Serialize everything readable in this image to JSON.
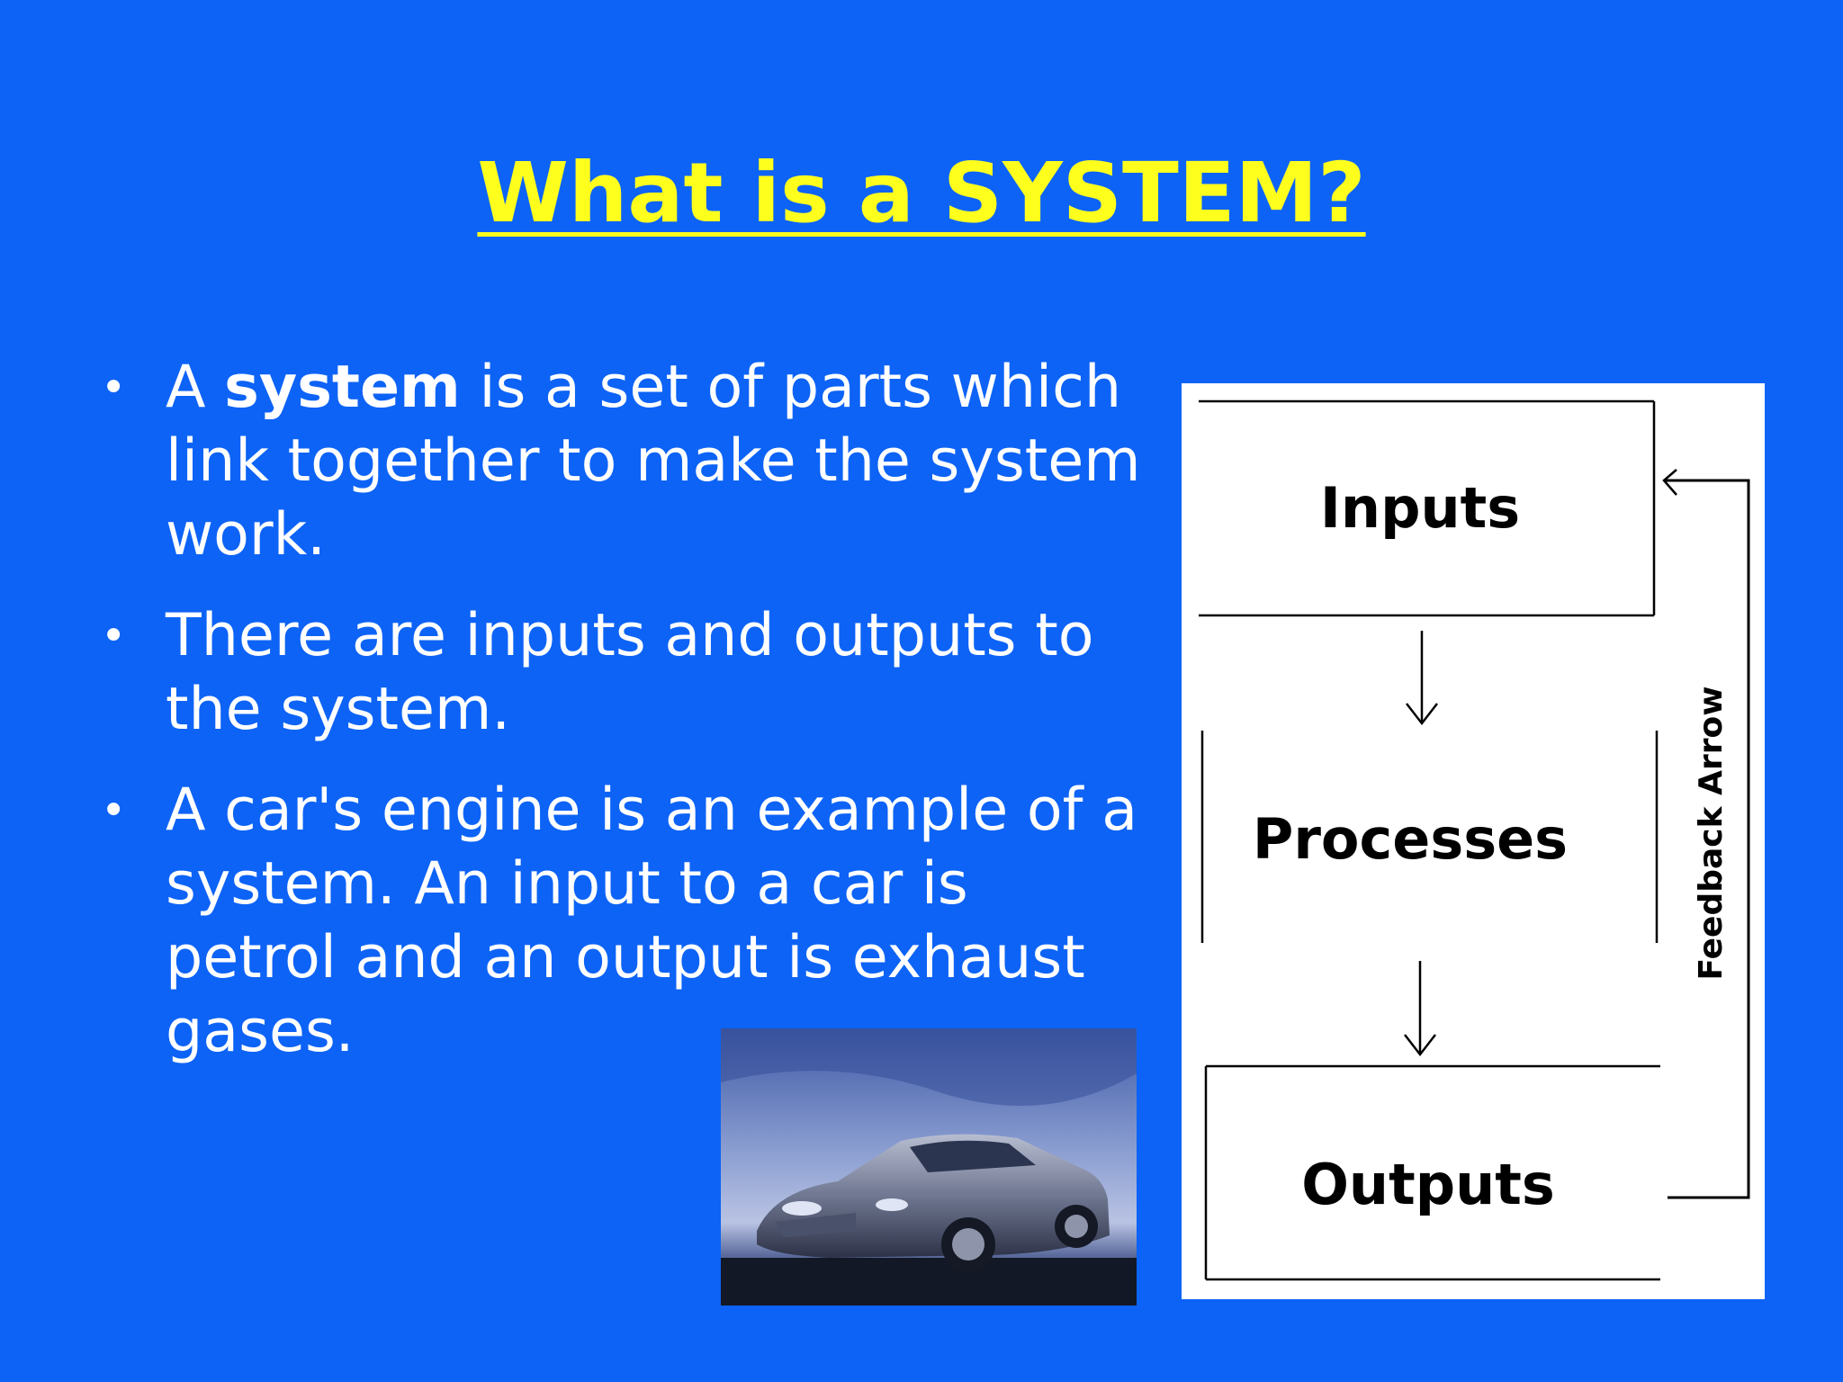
{
  "slide": {
    "title": "What is a SYSTEM?"
  },
  "bullets": [
    {
      "pre": "A ",
      "bold": "system",
      "post": " is a set of parts which link together to make the system work."
    },
    {
      "text": "There are inputs and outputs to the system."
    },
    {
      "text": "A car's engine is an example of a system. An input to a car is petrol and an output is exhaust gases."
    }
  ],
  "diagram": {
    "inputs_label": "Inputs",
    "processes_label": "Processes",
    "outputs_label": "Outputs",
    "feedback_label": "Feedback Arrow"
  },
  "colors": {
    "background": "#0d63f6",
    "title": "#ffff1e",
    "body_text": "#ffffff"
  }
}
